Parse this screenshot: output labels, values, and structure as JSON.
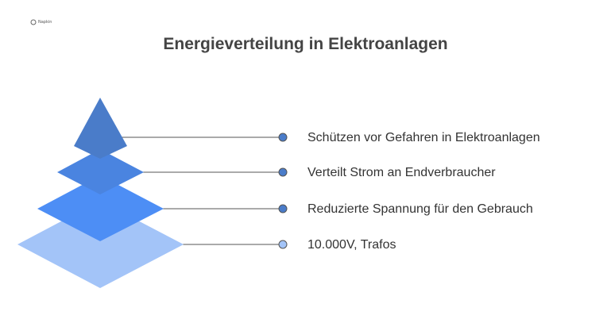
{
  "title": "Energieverteilung in Elektroanlagen",
  "logo_text": "Napkin",
  "levels": [
    {
      "label": "Schützen vor Gefahren in Elektroanlagen",
      "color": "#4a7cc9",
      "dot": "#4a7cc9"
    },
    {
      "label": "Verteilt Strom an Endverbraucher",
      "color": "#4a84e0",
      "dot": "#4a7cc9"
    },
    {
      "label": "Reduzierte Spannung für den Gebrauch",
      "color": "#4d8ef5",
      "dot": "#4a7cc9"
    },
    {
      "label": "10.000V, Trafos",
      "color": "#a3c4f8",
      "dot": "#a3c4f8"
    }
  ]
}
